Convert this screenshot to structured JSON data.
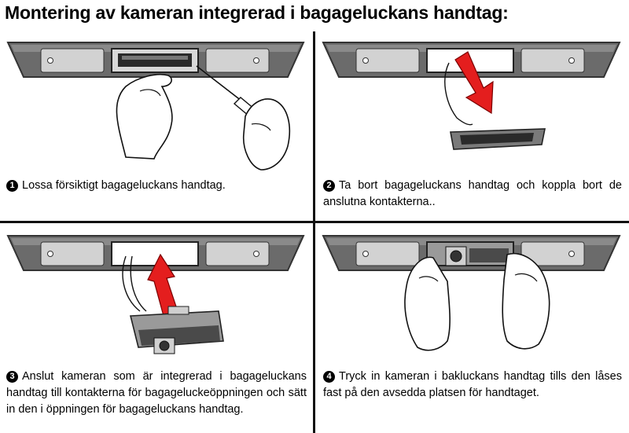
{
  "title": "Montering av kameran integrerad i bagageluckans handtag:",
  "steps": [
    {
      "number": "1",
      "text": "Lossa försiktigt bagageluckans handtag."
    },
    {
      "number": "2",
      "text": "Ta bort bagageluckans handtag och koppla bort de anslutna kontakterna.."
    },
    {
      "number": "3",
      "text": "Anslut kameran som är integrerad i bagageluckans handtag till kontakterna för bagageluckeöppningen och sätt in den i öppningen för bagageluckans handtag."
    },
    {
      "number": "4",
      "text": "Tryck in kameran i bakluckans handtag tills den låses fast på den avsedda platsen för handtaget."
    }
  ],
  "colors": {
    "trim": "#6b6b6b",
    "lamp": "#c9c9c9",
    "arrow": "#e41e1e",
    "divider": "#111111"
  },
  "icons": [
    "hand-icon",
    "screwdriver-icon",
    "arrow-icon",
    "camera-icon"
  ]
}
